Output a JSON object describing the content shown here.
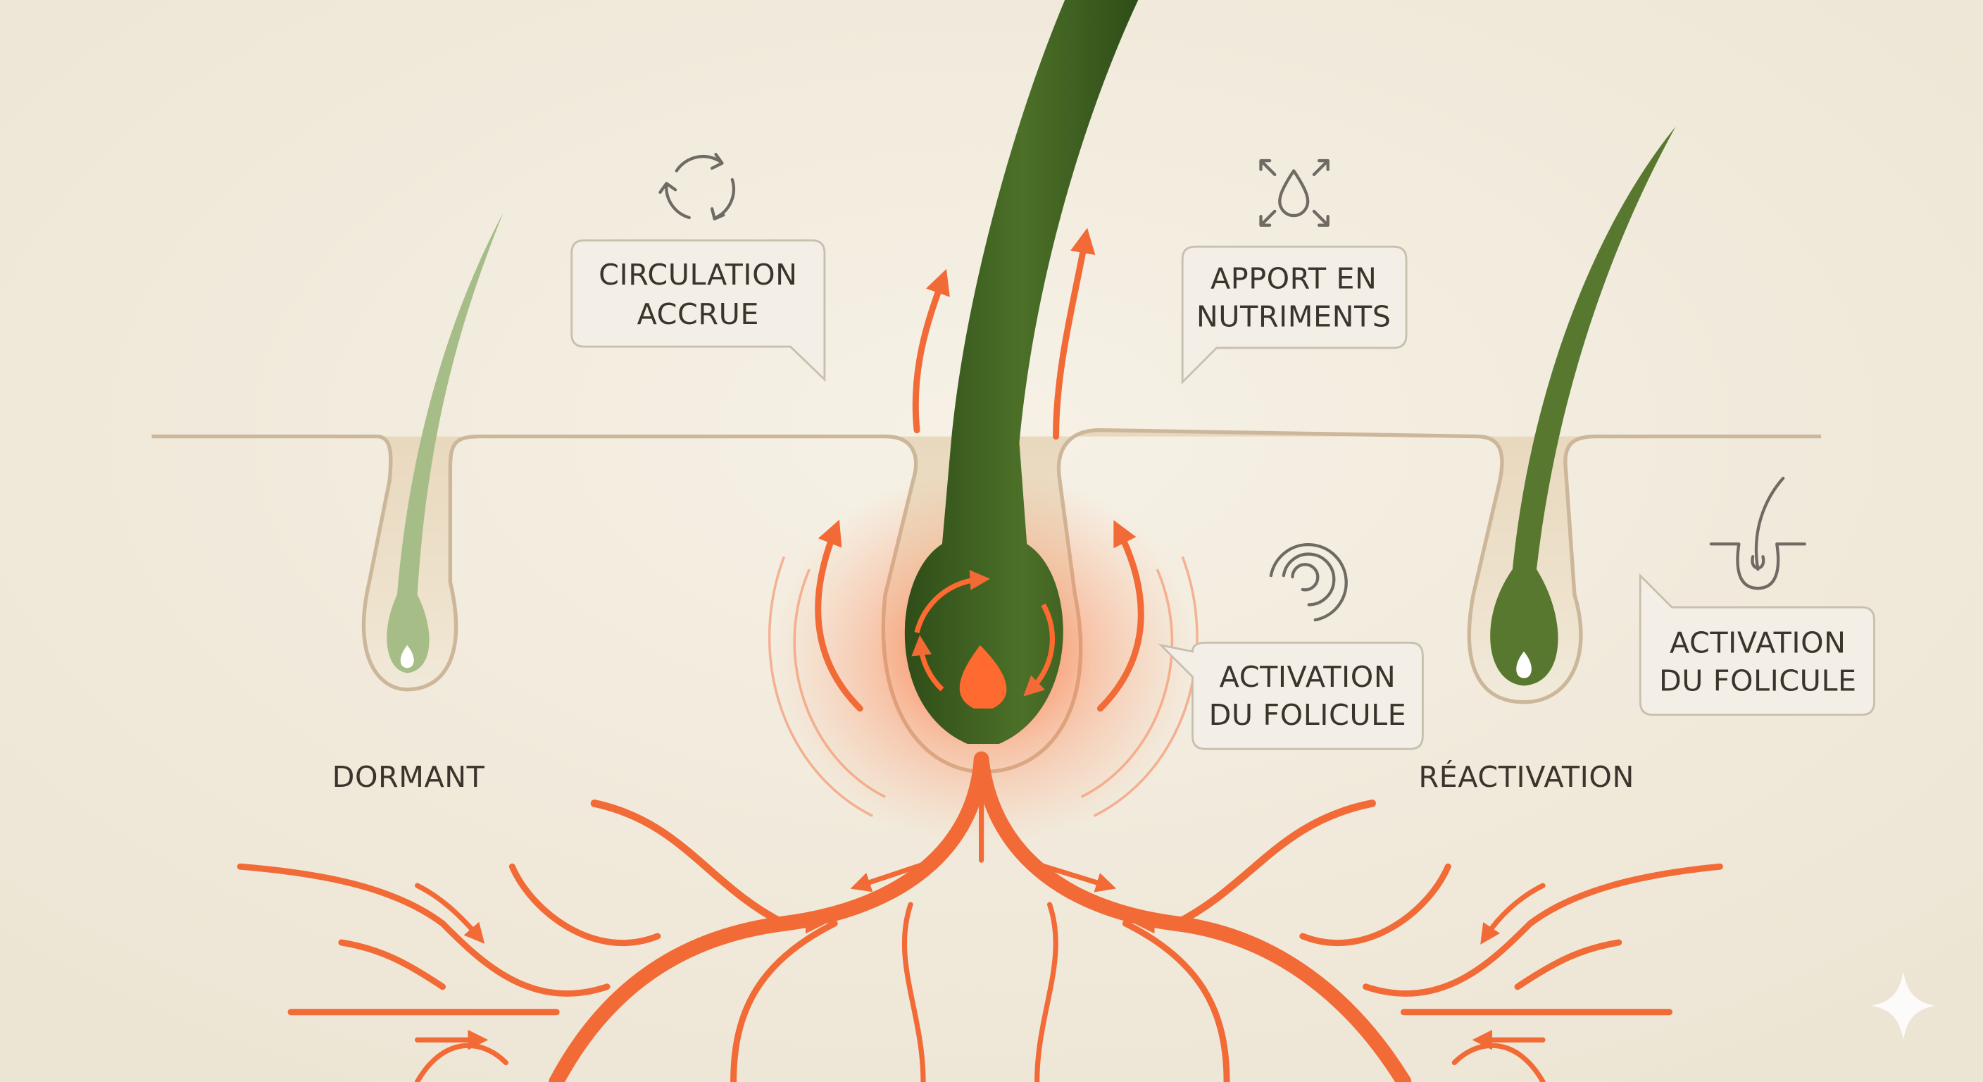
{
  "labels": {
    "circulation": [
      "CIRCULATION",
      "ACCRUE"
    ],
    "nutrients": [
      "APPORT EN",
      "NUTRIMENTS"
    ],
    "activation_center": [
      "ACTIVATION",
      "DU FOLICULE"
    ],
    "activation_right": [
      "ACTIVATION",
      "DU FOLICULE"
    ],
    "dormant": "DORMANT",
    "reactivation": "RÉACTIVATION"
  },
  "icons": [
    "recycle-icon",
    "droplet-expand-icon",
    "spiral-icon",
    "hair-follicle-icon",
    "sparkle-icon"
  ],
  "colors": {
    "background": "#f3ede0",
    "skin": "#eadcc3",
    "vessel": "#f26a36",
    "hair_dark": "#3f5f22",
    "hair_light": "#9cb57f"
  }
}
